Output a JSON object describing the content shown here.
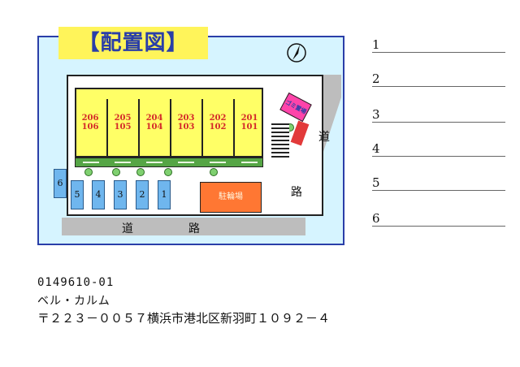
{
  "title": "【配置図】",
  "units": [
    {
      "upper": "206",
      "lower": "106"
    },
    {
      "upper": "205",
      "lower": "105"
    },
    {
      "upper": "204",
      "lower": "104"
    },
    {
      "upper": "203",
      "lower": "103"
    },
    {
      "upper": "202",
      "lower": "102"
    },
    {
      "upper": "201",
      "lower": "101"
    }
  ],
  "parking": [
    "6",
    "5",
    "4",
    "3",
    "2",
    "1"
  ],
  "garbage_label": "ゴミ置場",
  "bike_label": "駐輪場",
  "roads": {
    "bottom": [
      "道",
      "路"
    ],
    "right": [
      "道",
      "路"
    ]
  },
  "list": [
    "1",
    "2",
    "3",
    "4",
    "5",
    "6"
  ],
  "property": {
    "code": "0149610-01",
    "name": "ベル・カルム",
    "address": "〒２２３－００５７横浜市港北区新羽町１０９２－４"
  },
  "colors": {
    "panel": "#d6f4ff",
    "building": "#ffff66",
    "parking": "#6fb6ee",
    "road": "#bdbdbd",
    "title": "#fff45a"
  }
}
